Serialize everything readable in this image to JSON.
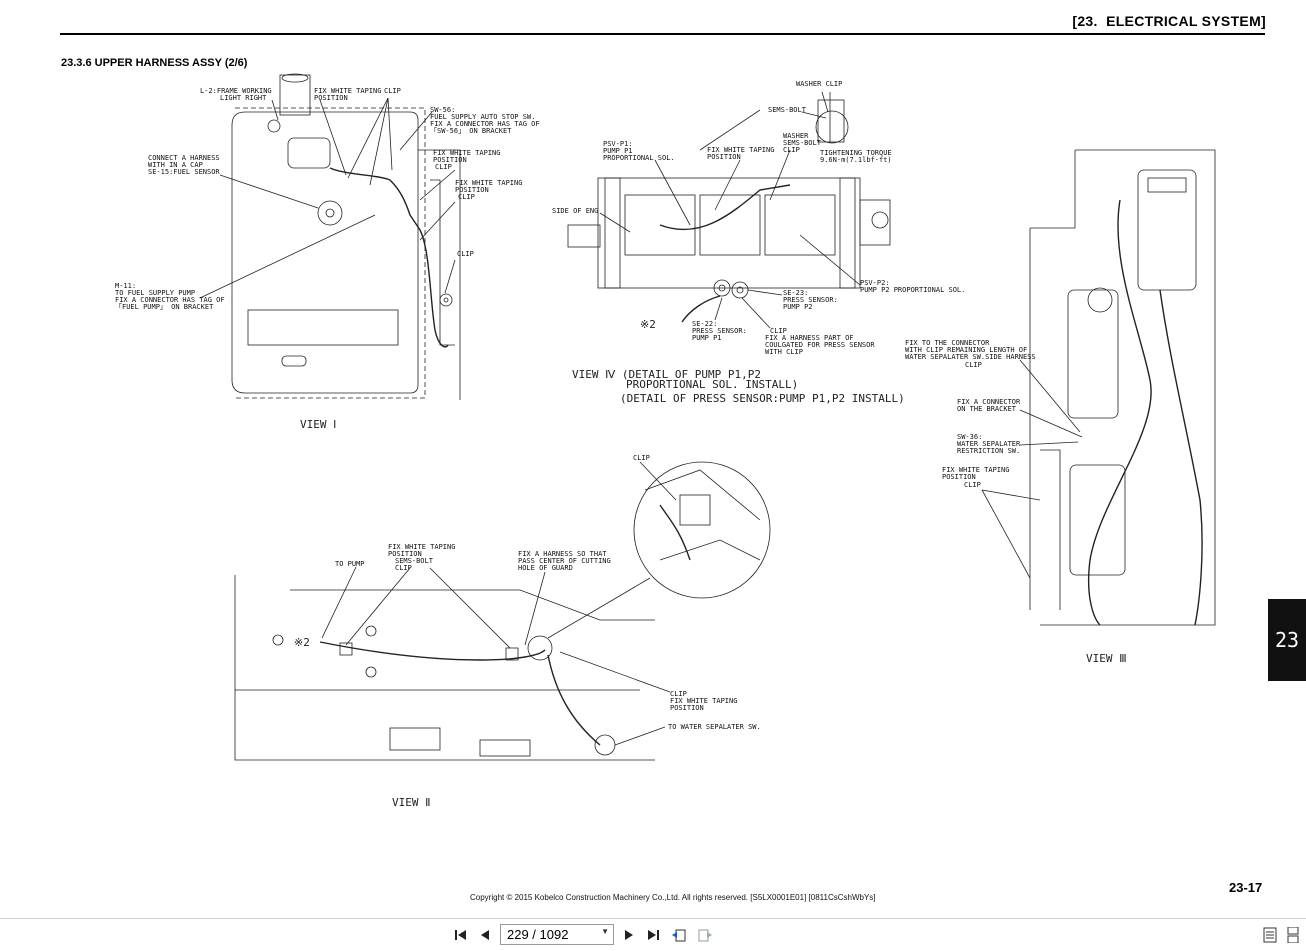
{
  "header": {
    "chapter": "[23.  ELECTRICAL SYSTEM]"
  },
  "section": {
    "title": "23.3.6  UPPER HARNESS ASSY (2/6)"
  },
  "side_tab": {
    "label": "23"
  },
  "footer": {
    "copyright": "Copyright © 2015 Kobelco Construction Machinery Co.,Ltd. All rights reserved. [S5LX0001E01] [0811CsCshWbYs]",
    "page_number": "23-17"
  },
  "views": {
    "view1": {
      "caption": "VIEW Ⅰ",
      "labels": {
        "l2_a": "L-2:FRAME WORKING",
        "l2_b": "LIGHT RIGHT",
        "fix_taping_a": "FIX WHITE TAPING",
        "fix_taping_b": "POSITION",
        "clip": "CLIP",
        "sw56_a": "SW-56:",
        "sw56_b": "FUEL SUPPLY AUTO STOP SW.",
        "sw56_c": "FIX A CONNECTOR HAS TAG OF",
        "sw56_d": "「SW-56」 ON BRACKET",
        "connect_a": "CONNECT A HARNESS",
        "connect_b": "WITH IN A CAP",
        "connect_c": "SE-15:FUEL SENSOR",
        "fix2_a": "FIX WHITE TAPING",
        "fix2_b": "POSITION",
        "clip2": "CLIP",
        "fix3_a": "FIX WHITE TAPING",
        "fix3_b": "POSITION",
        "clip3": "CLIP",
        "clip4": "CLIP",
        "m11_a": "M-11:",
        "m11_b": "TO FUEL SUPPLY PUMP",
        "m11_c": "FIX A CONNECTOR HAS TAG OF",
        "m11_d": "「FUEL PUMP」 ON BRACKET"
      }
    },
    "view4": {
      "caption_a": "VIEW Ⅳ (DETAIL OF PUMP P1,P2",
      "caption_b": "PROPORTIONAL SOL. INSTALL)",
      "caption_c": "(DETAIL OF PRESS SENSOR:PUMP P1,P2 INSTALL)",
      "labels": {
        "washer_clip": "WASHER CLIP",
        "sems_bolt": "SEMS-BOLT",
        "washer": "WASHER",
        "sems_bolt2": "SEMS-BOLT",
        "clip": "CLIP",
        "torque_a": "TIGHTENING TORQUE",
        "torque_b": "9.6N·m(7.1lbf·ft)",
        "psvp1_a": "PSV-P1:",
        "psvp1_b": "PUMP P1",
        "psvp1_c": "PROPORTIONAL SOL.",
        "fix_a": "FIX WHITE TAPING",
        "fix_b": "POSITION",
        "side_eng": "SIDE OF ENG",
        "psvp2_a": "PSV-P2:",
        "psvp2_b": "PUMP P2 PROPORTIONAL SOL.",
        "se23_a": "SE-23:",
        "se23_b": "PRESS SENSOR:",
        "se23_c": "PUMP P2",
        "mark2": "※2",
        "se22_a": "SE-22:",
        "se22_b": "PRESS SENSOR:",
        "se22_c": "PUMP P1",
        "clip2": "CLIP",
        "fixh_a": "FIX A HARNESS PART OF",
        "fixh_b": "COULGATED FOR PRESS SENSOR",
        "fixh_c": "WITH CLIP"
      }
    },
    "view3": {
      "caption": "VIEW Ⅲ",
      "labels": {
        "fixc_a": "FIX TO THE CONNECTOR",
        "fixc_b": "WITH CLIP REMAINING LENGTH OF",
        "fixc_c": "WATER SEPALATER SW.SIDE HARNESS",
        "clip": "CLIP",
        "fixb_a": "FIX A CONNECTOR",
        "fixb_b": "ON THE BRACKET",
        "sw36_a": "SW-36:",
        "sw36_b": "WATER SEPALATER",
        "sw36_c": "RESTRICTION SW.",
        "fix_a": "FIX WHITE TAPING",
        "fix_b": "POSITION",
        "clip2": "CLIP"
      }
    },
    "view2": {
      "caption": "VIEW Ⅱ",
      "labels": {
        "clip_top": "CLIP",
        "fix_a": "FIX WHITE TAPING",
        "fix_b": "POSITION",
        "sems": "SEMS-BOLT",
        "clip": "CLIP",
        "to_pump": "TO PUMP",
        "fixh_a": "FIX A HARNESS SO THAT",
        "fixh_b": "PASS CENTER OF CUTTING",
        "fixh_c": "HOLE OF GUARD",
        "mark2": "※2",
        "clip2": "CLIP",
        "fix2_a": "FIX WHITE TAPING",
        "fix2_b": "POSITION",
        "to_water": "TO WATER SEPALATER SW."
      }
    }
  },
  "toolbar": {
    "page_display": "229 / 1092",
    "icons": [
      "first-page-icon",
      "prev-page-icon",
      "next-page-icon",
      "last-page-icon",
      "go-back-icon",
      "go-forward-icon",
      "single-page-view-icon",
      "continuous-view-icon"
    ]
  }
}
